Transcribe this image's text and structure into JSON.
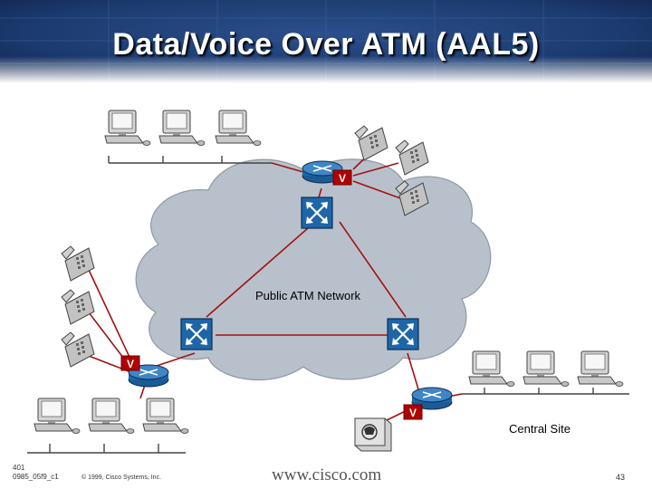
{
  "title": "Data/Voice Over ATM (AAL5)",
  "labels": {
    "network": "Public ATM Network",
    "central_site": "Central Site",
    "voice_marker": "V"
  },
  "footer": {
    "slide_id_line1": "401",
    "slide_id_line2": "0985_05f9_c1",
    "copyright": "© 1999, Cisco Systems, Inc.",
    "website": "www.cisco.com",
    "page_number": "43"
  },
  "colors": {
    "title_bg": "#1f3f78",
    "cloud_fill": "#b8c1cb",
    "switch_blue": "#1f66a8",
    "voice_red": "#b00000",
    "link_red": "#a31212",
    "phone_gray": "#bdbdbd",
    "pc_gray": "#c6c6c6"
  },
  "icons": {
    "atm_switch": "atm-switch-icon",
    "router": "router-icon",
    "phone": "telephone-icon",
    "pc": "workstation-icon",
    "pbx": "pbx-icon"
  }
}
